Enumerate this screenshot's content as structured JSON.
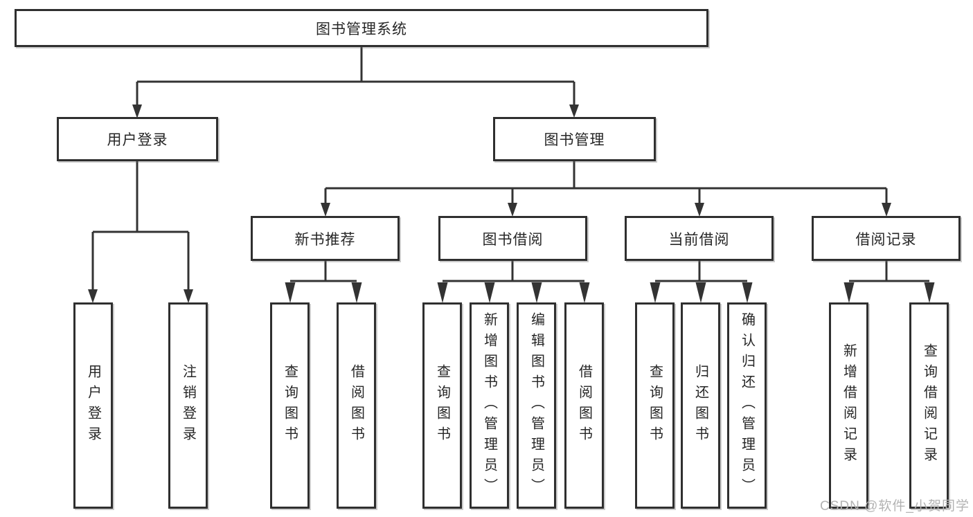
{
  "title": "图书管理系统",
  "colors": {
    "line": "#333333",
    "box_border": "#2f2f2f",
    "box_background": "#ffffff",
    "text": "#262626",
    "watermark": "#b3b3b3"
  },
  "nodes": {
    "root": {
      "label": "图书管理系统"
    },
    "level1": [
      {
        "label": "用户登录"
      },
      {
        "label": "图书管理"
      }
    ],
    "level2": [
      {
        "label": "新书推荐"
      },
      {
        "label": "图书借阅"
      },
      {
        "label": "当前借阅"
      },
      {
        "label": "借阅记录"
      }
    ],
    "leaves": [
      {
        "label": "用户登录"
      },
      {
        "label": "注销登录"
      },
      {
        "label": "查询图书"
      },
      {
        "label": "借阅图书"
      },
      {
        "label": "查询图书"
      },
      {
        "label": "新增图书（管理员）"
      },
      {
        "label": "编辑图书（管理员）"
      },
      {
        "label": "借阅图书"
      },
      {
        "label": "查询图书"
      },
      {
        "label": "归还图书"
      },
      {
        "label": "确认归还（管理员）"
      },
      {
        "label": "新增借阅记录"
      },
      {
        "label": "查询借阅记录"
      }
    ]
  },
  "watermark": "CSDN @软件_小贺同学"
}
